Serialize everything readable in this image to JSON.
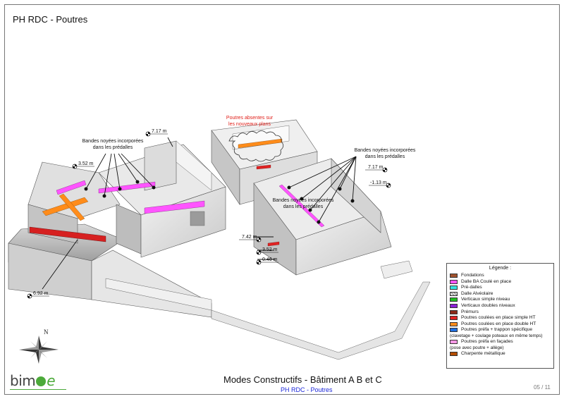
{
  "page": {
    "title": "PH RDC - Poutres",
    "footer_title": "Modes Constructifs - Bâtiment A B et C",
    "footer_subtitle": "PH RDC - Poutres",
    "page_number": "05 / 11"
  },
  "logo": {
    "part1": "bim",
    "part2": "e"
  },
  "compass": {
    "north_label": "N"
  },
  "annotations": {
    "beams_missing": [
      "Poutres absentes sur",
      "les nouveaux plans"
    ],
    "embedded_bands_left": [
      "Bandes noyées incorporées",
      "dans les prédalles"
    ],
    "embedded_bands_right": [
      "Bandes noyées incorporées",
      "dans les prédalles"
    ],
    "embedded_bands_center": [
      "Bandes noyées incorporées",
      "dans les prédalles"
    ]
  },
  "levels": {
    "l1": "7.17 m",
    "l2": "3.52 m",
    "l3": "7.17 m",
    "l4": "-1.13 m",
    "l5": "7.42 m",
    "l6": "3.52 m",
    "l7": "0.46 m",
    "l8": "6.92 m"
  },
  "legend": {
    "title": "Légende :",
    "items": [
      {
        "label": "Fondations",
        "color": "#a0522d",
        "sub": ""
      },
      {
        "label": "Dalle BA Coulé en place",
        "color": "#ff55ff",
        "sub": ""
      },
      {
        "label": "Pré-dalles",
        "color": "#33e3e3",
        "sub": ""
      },
      {
        "label": "Dalle Alvéolaire",
        "color": "#bdbdbd",
        "sub": ""
      },
      {
        "label": "Verticaux simple niveau",
        "color": "#1fbf1f",
        "sub": ""
      },
      {
        "label": "Verticaux doubles niveaux",
        "color": "#8b1fd6",
        "sub": ""
      },
      {
        "label": "Prémurs",
        "color": "#8b2a1a",
        "sub": ""
      },
      {
        "label": "Poutres coulées en place simple HT",
        "color": "#e02222",
        "sub": ""
      },
      {
        "label": "Poutres coulées en place double HT",
        "color": "#ff8c1a",
        "sub": ""
      },
      {
        "label": "Poutres préfa + trappon spécifique",
        "color": "#1f6fe0",
        "sub": "(clavetage + coulage poteaux en même temps)"
      },
      {
        "label": "Poutres préfa en façades",
        "color": "#ff99e6",
        "sub": "(pose avec poutre + allège)"
      },
      {
        "label": "Charpente métallique",
        "color": "#b34d00",
        "sub": ""
      }
    ]
  }
}
